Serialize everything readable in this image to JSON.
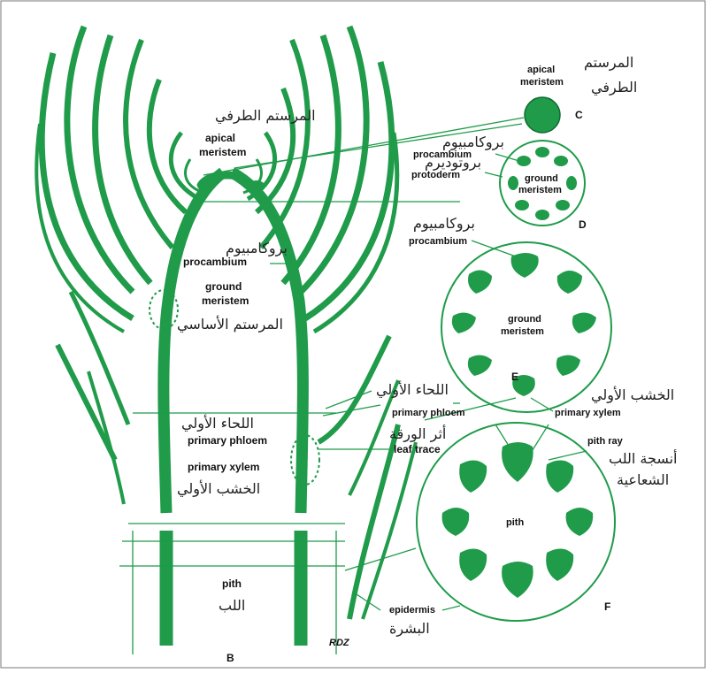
{
  "colors": {
    "tissue": "#1f9b4a",
    "background": "#ffffff",
    "text": "#111111"
  },
  "labels": {
    "apical_meristem_en": [
      "apical",
      "meristem"
    ],
    "apical_meristem_ar": "المرستم الطرفي",
    "apical_meristem_C_en": [
      "apical",
      "meristem"
    ],
    "apical_meristem_C_ar": [
      "المرستم",
      "الطرفي"
    ],
    "procambium_D_ar": "بروكامبيوم",
    "procambium_D_en": "procambium",
    "protoderm_ar": "بروتوديرم",
    "protoderm_en": "protoderm",
    "ground_meristem_D_en": [
      "ground",
      "meristem"
    ],
    "procambium_B_ar": "بروكامبيوم",
    "procambium_B_en": "procambium",
    "ground_meristem_B_en": [
      "ground",
      "meristem"
    ],
    "ground_meristem_B_ar": "المرستم الأساسي",
    "procambium_E_ar": "بروكامبيوم",
    "procambium_E_en": "procambium",
    "ground_meristem_E_en": [
      "ground",
      "meristem"
    ],
    "primary_phloem_ar_right": "اللحاء الأولي",
    "primary_xylem_ar_right": "الخشب الأولي",
    "primary_phloem_ar_left": "اللحاء الأولي",
    "primary_phloem_en_left": "primary phloem",
    "primary_xylem_en_left": "primary xylem",
    "primary_xylem_ar_left": "الخشب الأولي",
    "leaf_trace_ar": "أثر الورقة",
    "leaf_trace_en": "leaf trace",
    "primary_phloem_en_right": "primary phloem",
    "primary_xylem_en_right": "primary xylem",
    "pith_ray_en": "pith ray",
    "pith_ray_ar": [
      "أنسجة اللب",
      "الشعاعية"
    ],
    "pith_F_en": "pith",
    "pith_B_en": "pith",
    "pith_B_ar": "اللب",
    "epidermis_en": "epidermis",
    "epidermis_ar": "البشرة",
    "artist_signature": "RDZ"
  },
  "panel_letters": {
    "B": "B",
    "C": "C",
    "D": "D",
    "E": "E",
    "F": "F"
  }
}
